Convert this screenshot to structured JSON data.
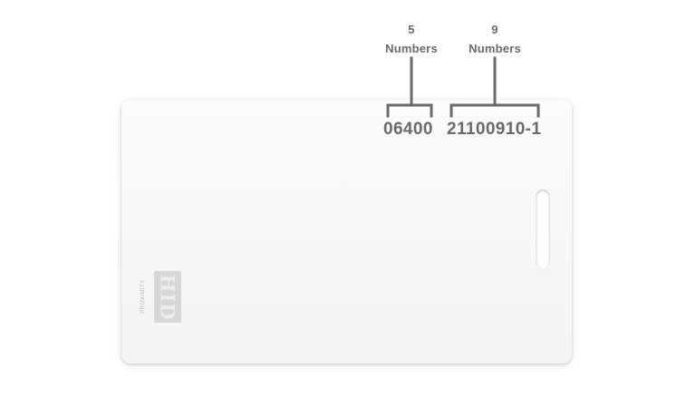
{
  "callouts": {
    "left": {
      "count": "5",
      "word": "Numbers"
    },
    "right": {
      "count": "9",
      "word": "Numbers"
    }
  },
  "card": {
    "facility_code": "06400",
    "card_number": "21100910-1",
    "logo_text": "HID",
    "logo_subtext": "PROXIMITY"
  },
  "colors": {
    "text": "#6a6a6a",
    "card": "#f7f7f7",
    "logo_box": "#d7d7d7"
  }
}
